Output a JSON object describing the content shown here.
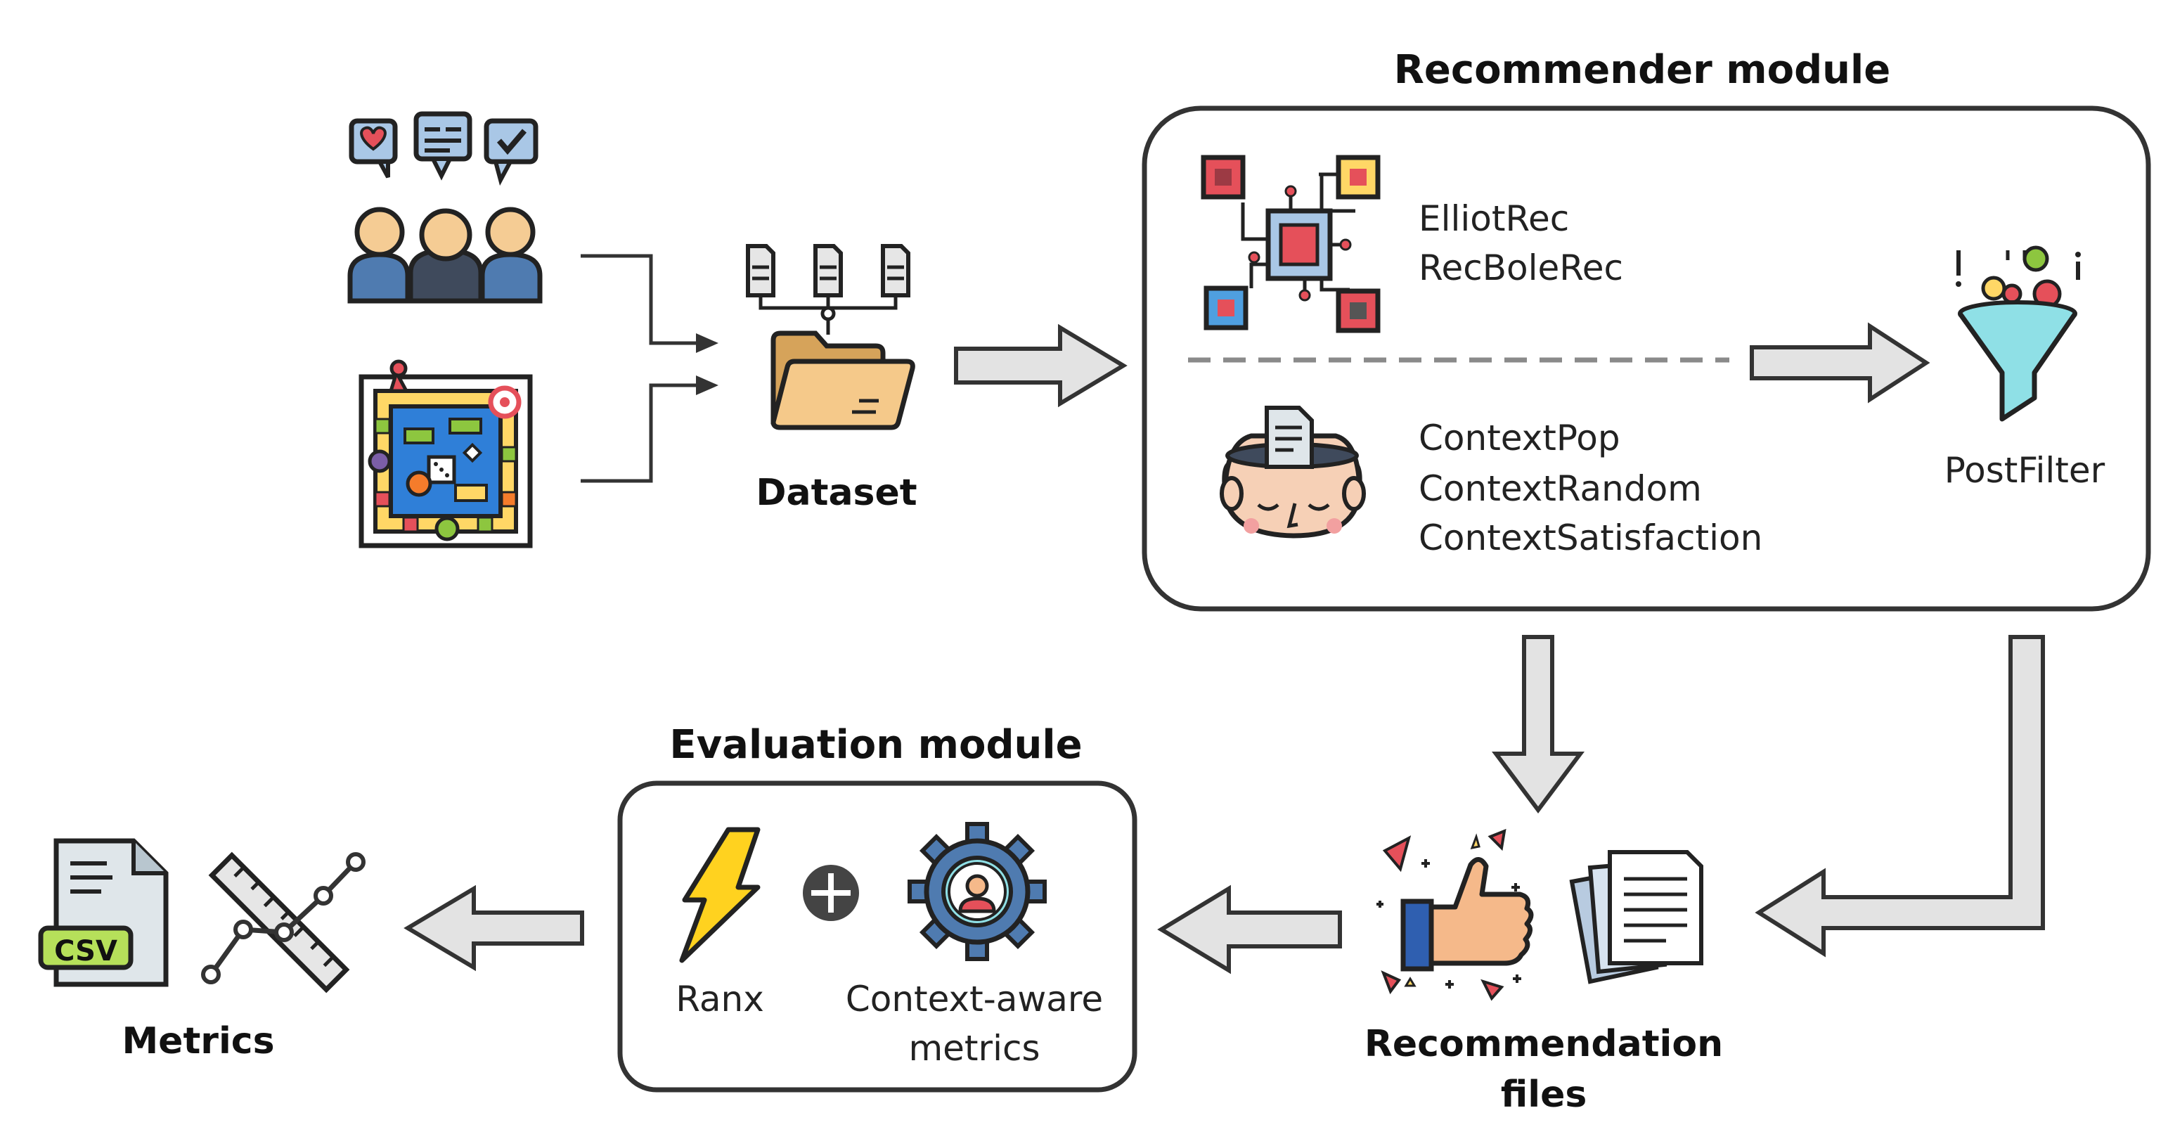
{
  "recommender_module": {
    "title": "Recommender module",
    "group_1": [
      "ElliotRec",
      "RecBoleRec"
    ],
    "group_2": [
      "ContextPop",
      "ContextRandom",
      "ContextSatisfaction"
    ],
    "postfilter_label": "PostFilter"
  },
  "dataset_label": "Dataset",
  "recommendation_files": {
    "line1": "Recommendation",
    "line2": "files"
  },
  "evaluation_module": {
    "title": "Evaluation module",
    "ranx_label": "Ranx",
    "context_metrics_line1": "Context-aware",
    "context_metrics_line2": "metrics"
  },
  "metrics_label": "Metrics",
  "csv_badge": "CSV",
  "icons": [
    "people-feedback-icon",
    "board-game-icon",
    "dataset-folder-icon",
    "neural-chip-icon",
    "context-head-icon",
    "funnel-filter-icon",
    "thumbs-up-icon",
    "documents-icon",
    "lightning-icon",
    "plus-icon",
    "gear-user-icon",
    "csv-file-icon",
    "ruler-chart-icon"
  ],
  "colors": {
    "arrow_fill": "#e3e3e3",
    "arrow_stroke": "#333333",
    "box_stroke": "#333333"
  }
}
